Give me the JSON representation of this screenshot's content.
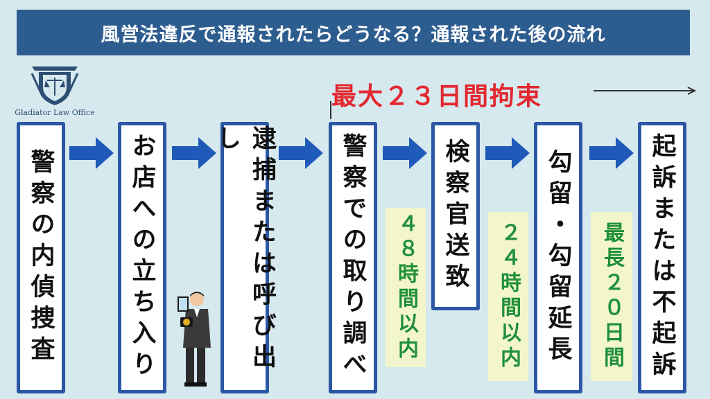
{
  "title": "風営法違反で通報されたらどうなる？通報された後の流れ",
  "logo": {
    "name": "Gladiator Law Office"
  },
  "period_label": "最大２３日間拘束",
  "steps": [
    {
      "label": "警察の内偵捜査"
    },
    {
      "label": "お店への立ち入り"
    },
    {
      "label": "逮捕または呼び出し"
    },
    {
      "label": "警察での取り調べ"
    },
    {
      "label": "検察官送致"
    },
    {
      "label": "勾留・勾留延長"
    },
    {
      "label": "起訴または不起訴"
    }
  ],
  "durations": [
    {
      "label": "４８時間以内"
    },
    {
      "label": "２４時間以内"
    },
    {
      "label": "最長２０日間"
    }
  ],
  "colors": {
    "title_bg": "#2d5d8f",
    "box_border": "#2c57a5",
    "arrow": "#1f5ab8",
    "period_text": "#e4272f",
    "duration_text": "#1f8f3a",
    "duration_bg": "#f3f6cc",
    "background": "#d6e9ee"
  }
}
